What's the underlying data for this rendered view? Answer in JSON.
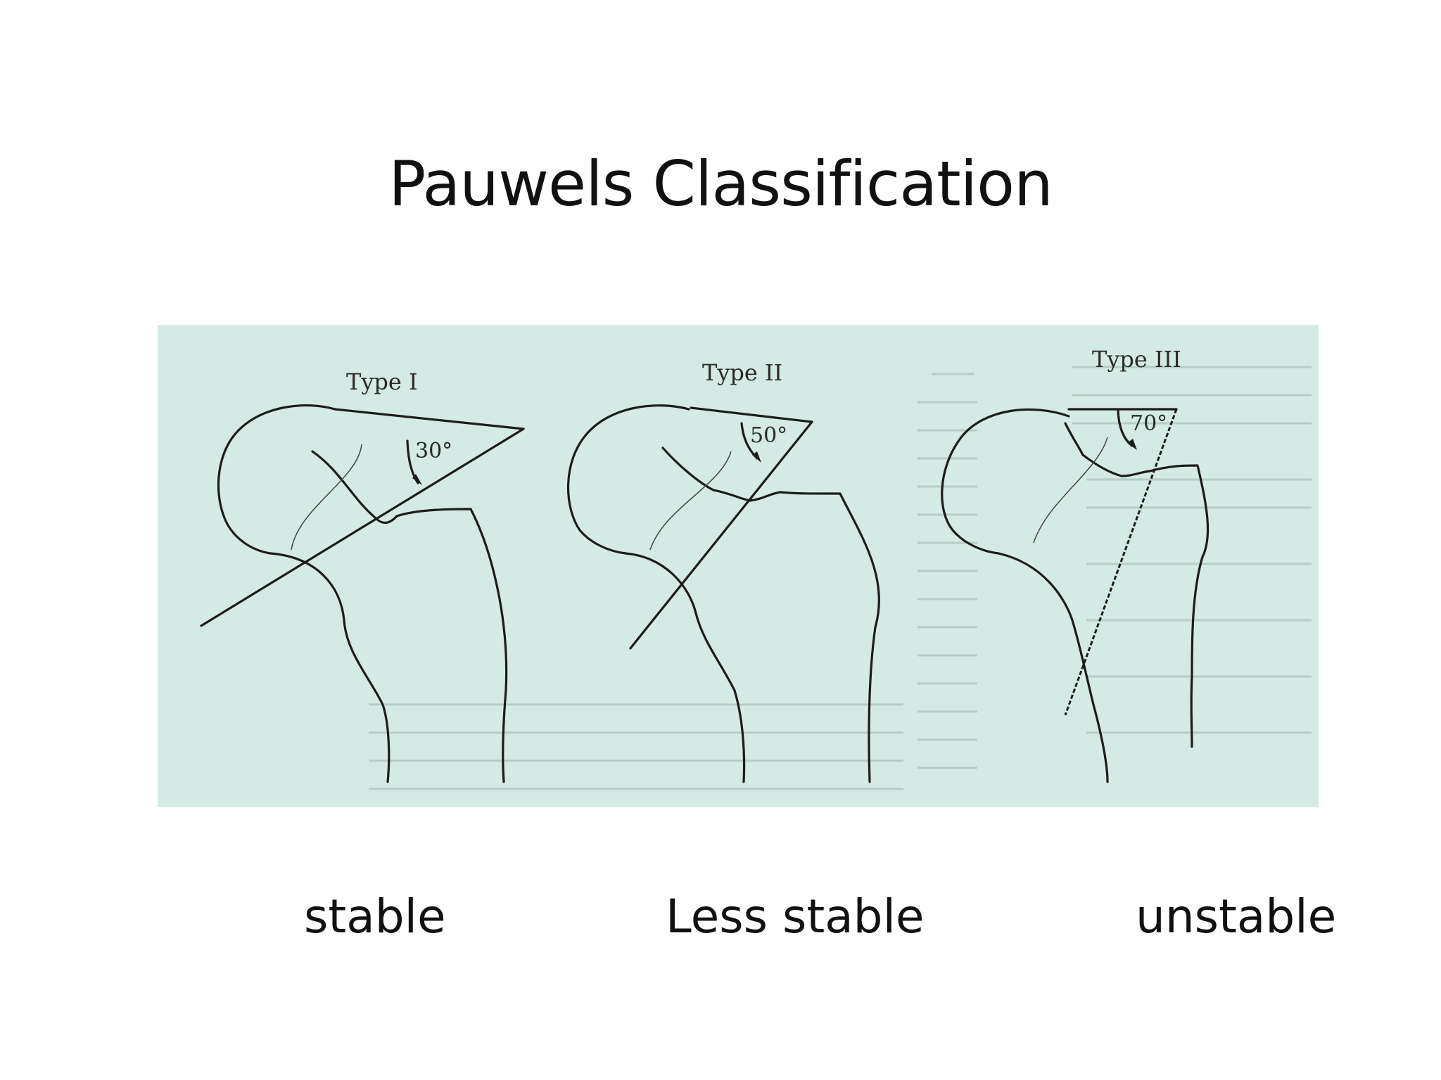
{
  "slide": {
    "title": "Pauwels Classification"
  },
  "figure": {
    "background_color": "#d3ebe4",
    "panels": [
      {
        "type_label": "Type I",
        "angle_label": "30°",
        "caption": "stable"
      },
      {
        "type_label": "Type II",
        "angle_label": "50°",
        "caption": "Less stable"
      },
      {
        "type_label": "Type III",
        "angle_label": "70°",
        "caption": "unstable"
      }
    ]
  }
}
